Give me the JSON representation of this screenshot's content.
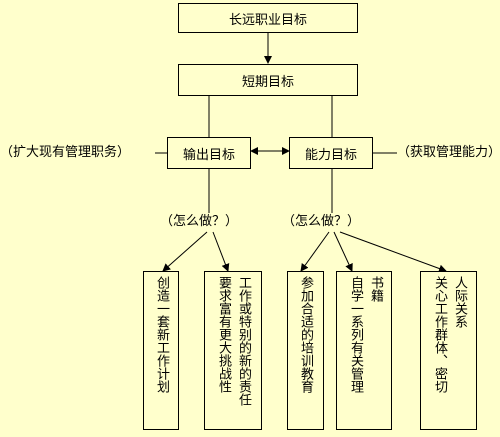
{
  "top_goal": "长远职业目标",
  "short_goal": "短期目标",
  "output_goal": "输出目标",
  "ability_goal": "能力目标",
  "left_note": "（扩大现有管理职务）",
  "right_note": "（获取管理能力）",
  "how_left": "（怎么做？）",
  "how_right": "（怎么做？）",
  "actions": [
    {
      "col1": "创造一套新工作计划"
    },
    {
      "col1": "要求富有更大挑战性",
      "col2": "工作或特别的新的责任"
    },
    {
      "col1": "参加合适的培训教育"
    },
    {
      "col1": "自学一系列有关管理",
      "col2": "书籍"
    },
    {
      "col1": "关心工作群体、密切",
      "col2": "人际关系"
    }
  ]
}
